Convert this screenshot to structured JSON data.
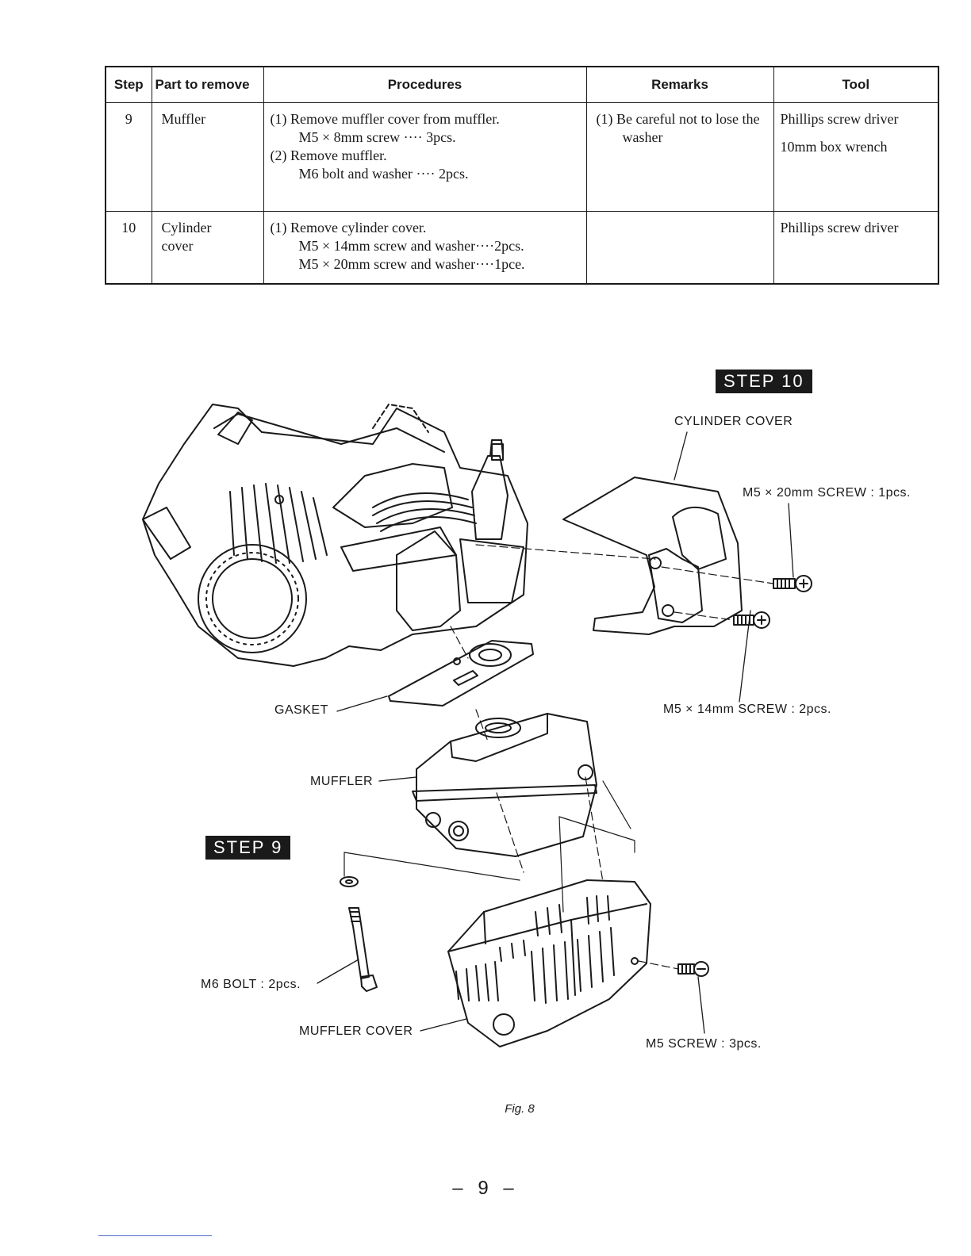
{
  "table": {
    "headers": {
      "step": "Step",
      "part": "Part to remove",
      "procedures": "Procedures",
      "remarks": "Remarks",
      "tool": "Tool"
    },
    "rows": [
      {
        "step": "9",
        "part": [
          "Muffler"
        ],
        "procedures": [
          "(1) Remove muffler cover from muffler.",
          "M5 × 8mm screw ···· 3pcs.",
          "(2) Remove muffler.",
          "M6 bolt and washer ···· 2pcs."
        ],
        "remarks": "(1) Be careful not to lose the washer",
        "tools": [
          "Phillips screw driver",
          "10mm box wrench"
        ]
      },
      {
        "step": "10",
        "part": [
          "Cylinder",
          "cover"
        ],
        "procedures": [
          "(1) Remove cylinder cover.",
          "M5 × 14mm screw and washer····2pcs.",
          "M5 × 20mm screw and washer····1pce."
        ],
        "remarks": "",
        "tools": [
          "Phillips screw driver"
        ]
      }
    ]
  },
  "figure": {
    "step10_badge": "STEP 10",
    "step9_badge": "STEP 9",
    "labels": {
      "cylinder_cover": "CYLINDER COVER",
      "m5_20_screw": "M5 × 20mm SCREW : 1pcs.",
      "m5_14_screw": "M5 × 14mm SCREW : 2pcs.",
      "gasket": "GASKET",
      "muffler": "MUFFLER",
      "m6_bolt": "M6 BOLT : 2pcs.",
      "muffler_cover": "MUFFLER COVER",
      "m5_screw": "M5 SCREW : 3pcs."
    },
    "caption": "Fig. 8"
  },
  "page_number": "– 9 –"
}
